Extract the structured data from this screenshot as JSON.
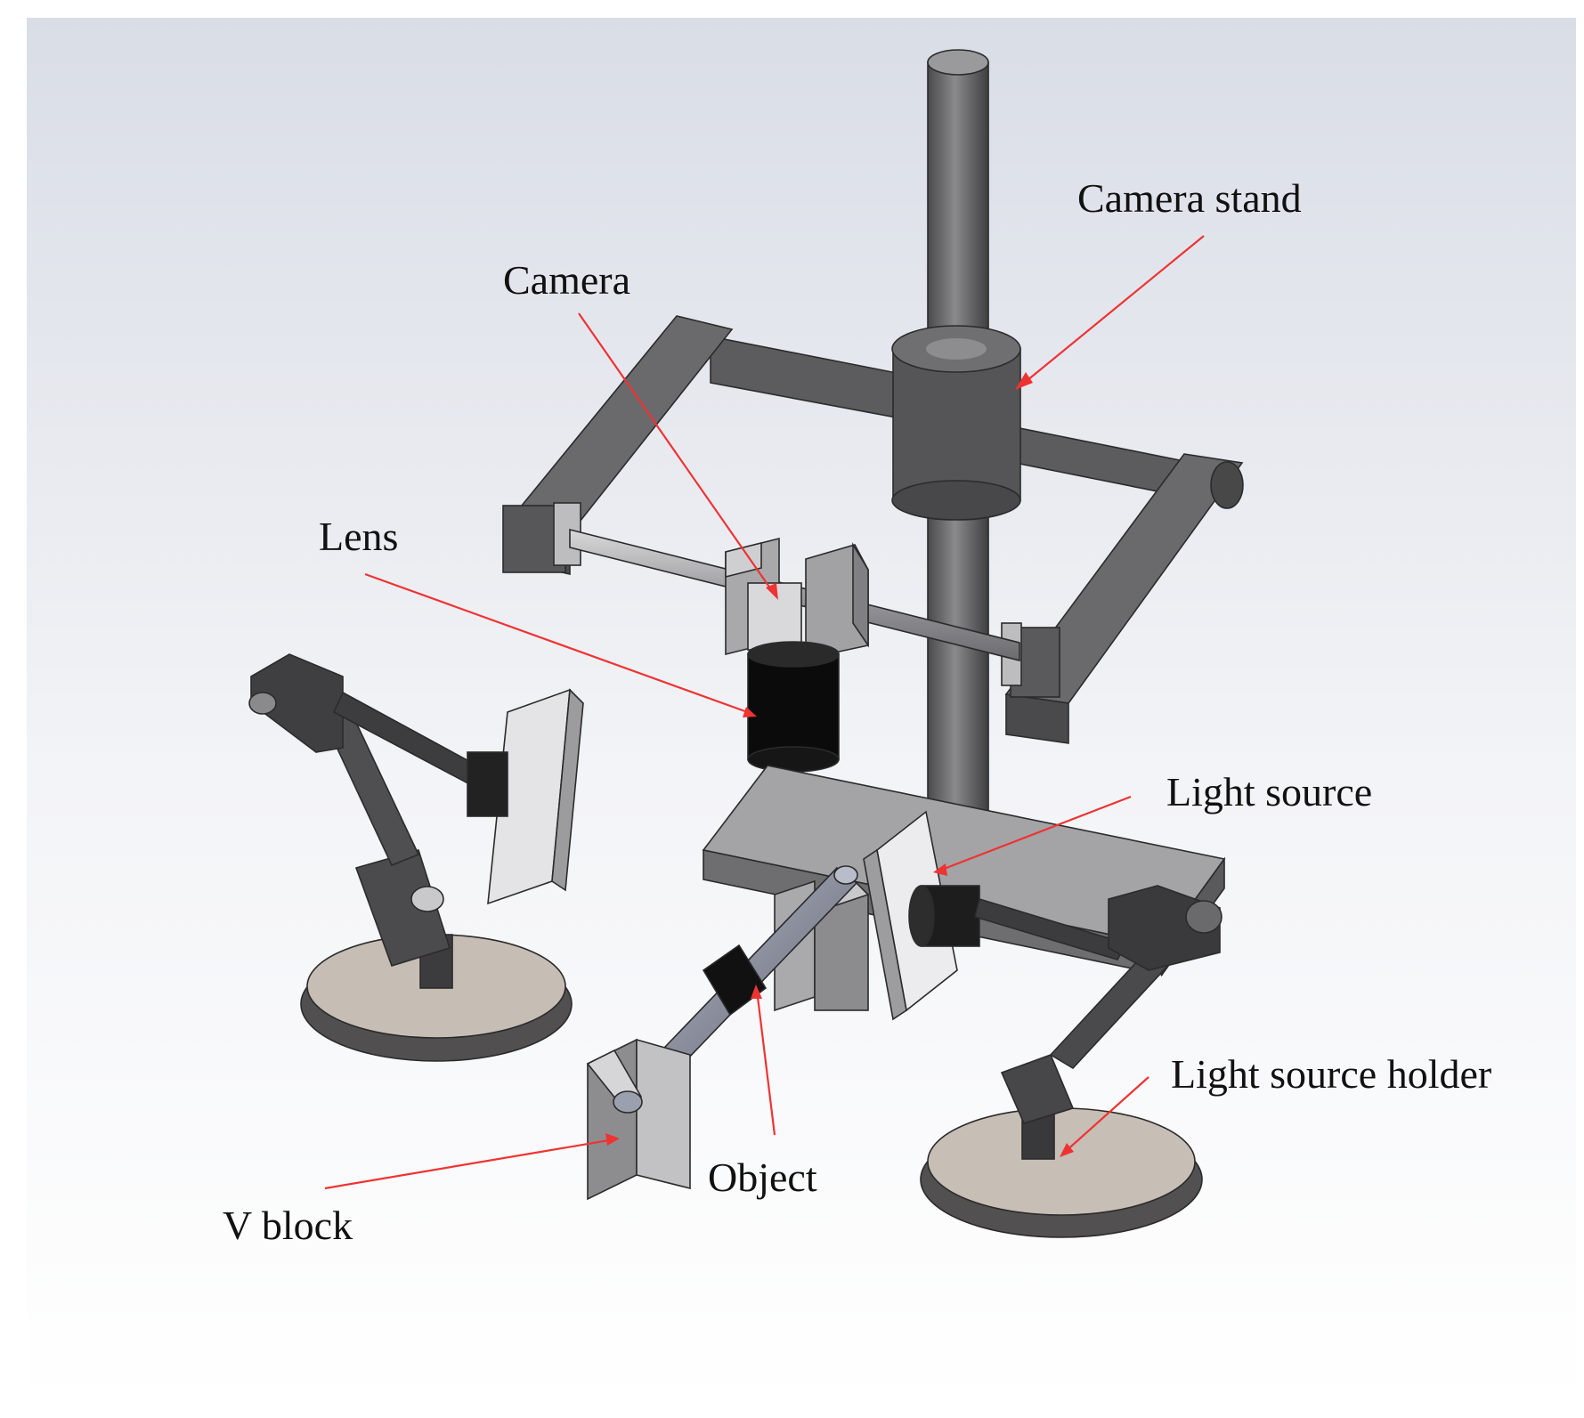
{
  "figure": {
    "labels": {
      "camera_stand": "Camera stand",
      "camera": "Camera",
      "lens": "Lens",
      "light_source": "Light source",
      "light_source_holder": "Light source holder",
      "object": "Object",
      "v_block": "V block"
    },
    "colors": {
      "background_top": "#dfe2ea",
      "background_bottom": "#ffffff",
      "metal_dark": "#5a5a5c",
      "metal_mid": "#7a7a7d",
      "metal_light": "#b9b9bc",
      "plate": "#a7a7a9",
      "base_top": "#c9c0b8",
      "base_side": "#525050",
      "leader_line": "#ee3333",
      "text": "#111111"
    }
  }
}
